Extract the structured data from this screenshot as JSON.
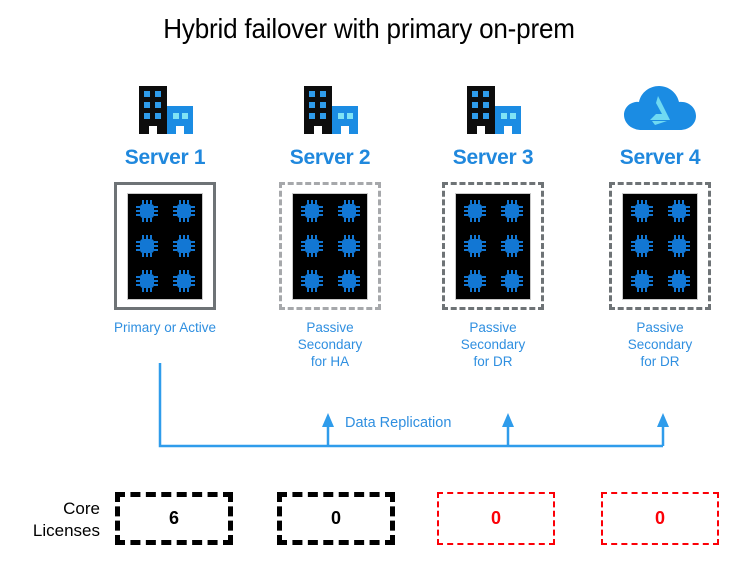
{
  "title": "Hybrid failover with primary on-prem",
  "colors": {
    "heading_blue": "#2088dd",
    "caption_blue": "#2f8fe0",
    "arrow_blue": "#2f9ceb",
    "cpu_blue": "#1277d4",
    "azure_blue": "#1b8ce3",
    "alert_red": "#fb0007",
    "frame_gray": "#6e7376",
    "frame_gray_light": "#a6a8ab"
  },
  "servers": [
    {
      "name": "Server 1",
      "icon": "building-icon",
      "frame": "solid",
      "cpu_count": 6,
      "role": "Primary or Active"
    },
    {
      "name": "Server 2",
      "icon": "building-icon",
      "frame": "dashed-light",
      "cpu_count": 6,
      "role": "Passive\nSecondary\nfor HA"
    },
    {
      "name": "Server 3",
      "icon": "building-icon",
      "frame": "dashed-dark",
      "cpu_count": 6,
      "role": "Passive\nSecondary\nfor DR"
    },
    {
      "name": "Server 4",
      "icon": "azure-cloud-icon",
      "frame": "dashed-dark",
      "cpu_count": 6,
      "role": "Passive\nSecondary\nfor DR"
    }
  ],
  "replication": {
    "label": "Data Replication",
    "source": "Server 1",
    "targets": [
      "Server 2",
      "Server 3",
      "Server 4"
    ]
  },
  "core_licenses": {
    "label": "Core\nLicenses",
    "values": [
      {
        "value": "6",
        "style": "black"
      },
      {
        "value": "0",
        "style": "black"
      },
      {
        "value": "0",
        "style": "red"
      },
      {
        "value": "0",
        "style": "red"
      }
    ]
  }
}
